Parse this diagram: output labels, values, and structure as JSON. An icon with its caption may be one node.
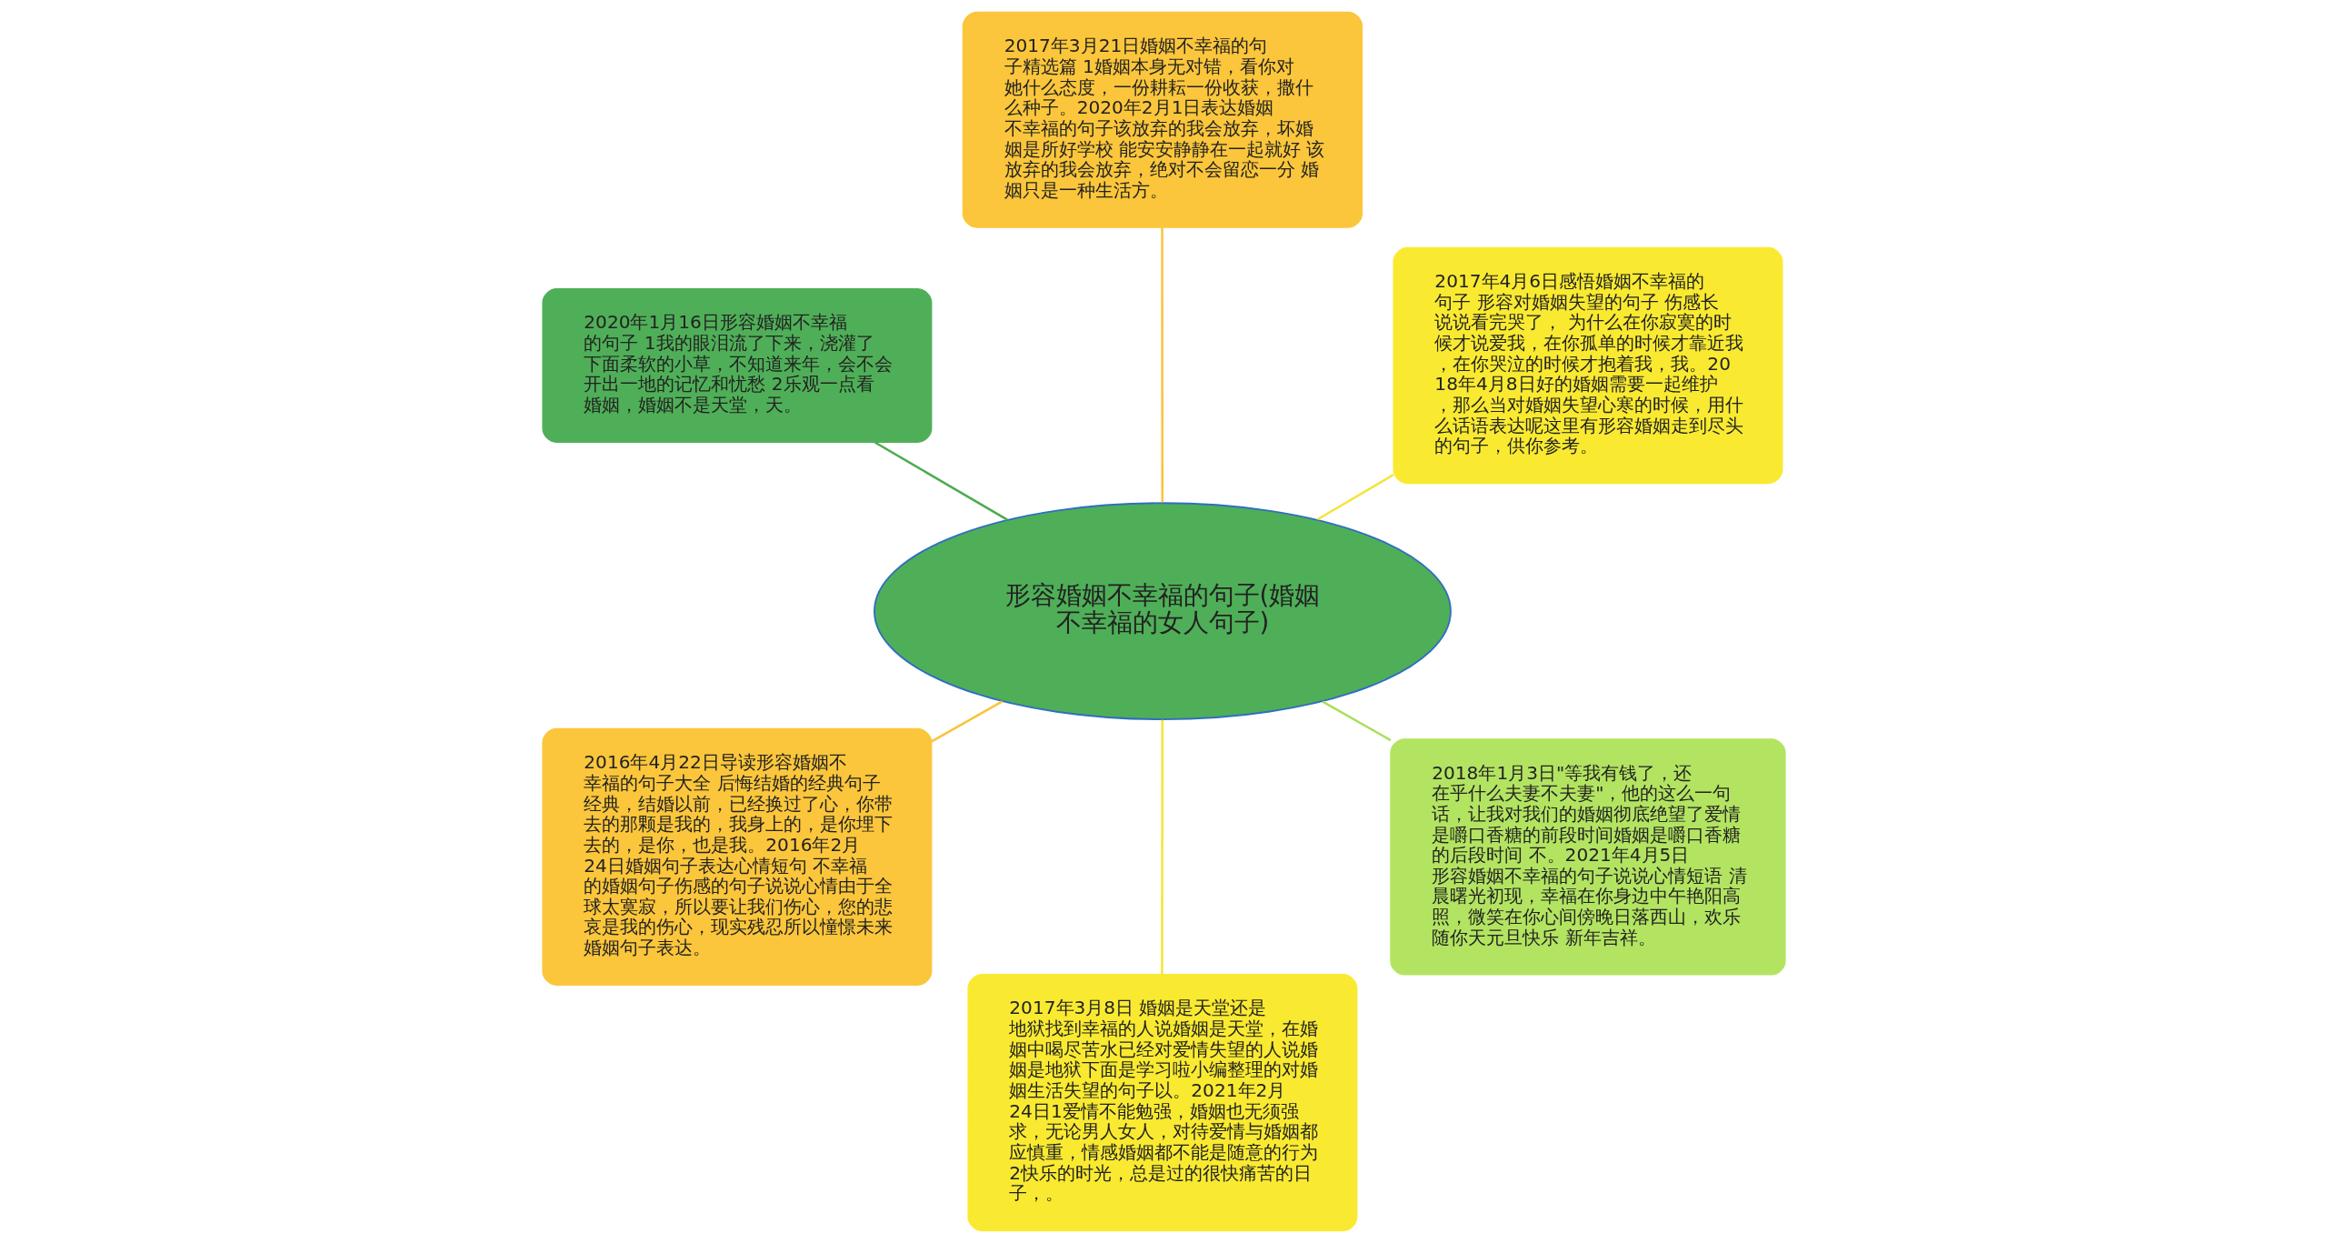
{
  "diagram": {
    "nodes": [
      {
        "text": [
          "形容婚姻不幸福的句子(婚姻不幸福的女人句子)"
        ]
      },
      {
        "text": [
          "2017年4月6日感悟婚姻不幸福的句子 形容对婚姻失望的句子 伤感长说说看完哭了， 为什么在你寂寞的时候才说爱我，在你孤单的时候才靠近我，在你哭泣的时候才抱着我，我。2018年4月8日好的婚姻需要一起维护，那么当对婚姻失望心寒的时候，用什么话语表达呢这里有形容婚姻走到尽头的句子，供你参考。"
        ]
      },
      {
        "text": [
          "2017年3月21日婚姻不幸福的句子精选篇 1婚姻本身无对错，看你对她什么态度，一份耕耘一份收获，撒什么种子。2020年2月1日表达婚姻不幸福的句子该放弃的我会放弃，坏婚姻是所好学校 能安安静静在一起就好 该放弃的我会放弃，绝对不会留恋一分 婚姻只是一种生活方。"
        ]
      },
      {
        "text": [
          "2020年1月16日形容婚姻不幸福的句子 1我的眼泪流了下来，浇灌了下面柔软的小草，不知道来年，会不会开出一地的记忆和忧愁 2乐观一点看婚姻，婚姻不是天堂，天。"
        ]
      },
      {
        "text": [
          "2016年4月22日导读形容婚姻不幸福的句子大全 后悔结婚的经典句子经典，结婚以前，已经换过了心，你带去的那颗是我的，我身上的，是你埋下去的，是你，也是我。2016年2月24日婚姻句子表达心情短句 不幸福的婚姻句子伤感的句子说说心情由于全球太寞寂，所以要让我们伤心，您的悲哀是我的伤心，现实残忍所以憧憬未来婚姻句子表达。"
        ]
      },
      {
        "text": [
          "2017年3月8日 婚姻是天堂还是地狱找到幸福的人说婚姻是天堂，在婚姻中喝尽苦水已经对爱情失望的人说婚姻是地狱下面是学习啦小编整理的对婚姻生活失望的句子以。2021年2月24日1爱情不能勉强，婚姻也无须强求，无论男人女人，对待爱情与婚姻都应慎重，情感婚姻都不能是随意的行为2快乐的时光，总是过的很快痛苦的日子，。"
        ]
      },
      {
        "text": [
          "2018年1月3日\"等我有钱了，还在乎什么夫妻不夫妻\"，他的这么一句话，让我对我们的婚姻彻底绝望了爱情是嚼口香糖的前段时间婚姻是嚼口香糖的后段时间 不。2021年4月5日形容婚姻不幸福的句子说说心情短语 清晨曙光初现，幸福在你身边中午艳阳高照，微笑在你心间傍晚日落西山，欢乐随你天元旦快乐 新年吉祥。"
        ]
      }
    ],
    "edges": [
      {
        "from": 0,
        "to": 1,
        "arrow": "none",
        "color": "#f5e43a"
      },
      {
        "from": 0,
        "to": 2,
        "arrow": "none",
        "color": "#f9c33b"
      },
      {
        "from": 0,
        "to": 3,
        "arrow": "none",
        "color": "#4cab50"
      },
      {
        "from": 0,
        "to": 4,
        "arrow": "none",
        "color": "#f9c33b"
      },
      {
        "from": 0,
        "to": 5,
        "arrow": "none",
        "color": "#f5e43a"
      },
      {
        "from": 0,
        "to": 6,
        "arrow": "none",
        "color": "#a9e05a"
      }
    ]
  }
}
